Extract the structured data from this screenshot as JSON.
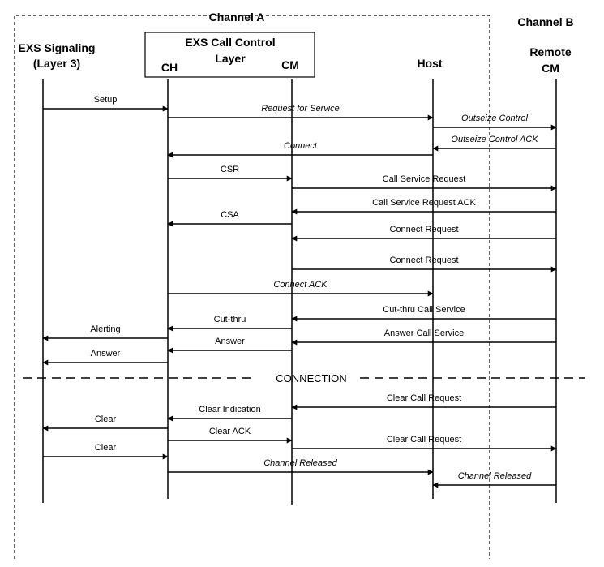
{
  "regions": {
    "channel_a": "Channel A",
    "channel_b": "Channel B",
    "call_control_box": [
      "EXS Call Control",
      "Layer"
    ]
  },
  "participants": {
    "exs_signaling": [
      "EXS Signaling",
      "(Layer 3)"
    ],
    "ch": "CH",
    "cm": "CM",
    "host": "Host",
    "remote_cm": [
      "Remote",
      "CM"
    ]
  },
  "connection_label": "CONNECTION",
  "messages": [
    {
      "label": "Setup",
      "from": "exs",
      "to": "ch",
      "italic": false
    },
    {
      "label": "Request for Service",
      "from": "ch",
      "to": "host",
      "italic": true
    },
    {
      "label": "Outseize Control",
      "from": "host",
      "to": "rcm",
      "italic": true
    },
    {
      "label": "Outseize Control ACK",
      "from": "rcm",
      "to": "host",
      "italic": true
    },
    {
      "label": "Connect",
      "from": "host",
      "to": "ch",
      "italic": true
    },
    {
      "label": "CSR",
      "from": "ch",
      "to": "cm",
      "italic": false
    },
    {
      "label": "Call Service Request",
      "from": "cm",
      "to": "rcm",
      "italic": false
    },
    {
      "label": "Call Service Request ACK",
      "from": "rcm",
      "to": "cm",
      "italic": false
    },
    {
      "label": "CSA",
      "from": "cm",
      "to": "ch",
      "italic": false
    },
    {
      "label": "Connect Request",
      "from": "rcm",
      "to": "cm",
      "italic": false
    },
    {
      "label": "Connect Request",
      "from": "cm",
      "to": "rcm",
      "italic": false
    },
    {
      "label": "Connect ACK",
      "from": "ch",
      "to": "host",
      "italic": true
    },
    {
      "label": "Cut-thru Call Service",
      "from": "rcm",
      "to": "cm",
      "italic": false
    },
    {
      "label": "Cut-thru",
      "from": "cm",
      "to": "ch",
      "italic": false
    },
    {
      "label": "Alerting",
      "from": "ch",
      "to": "exs",
      "italic": false
    },
    {
      "label": "Answer Call Service",
      "from": "rcm",
      "to": "cm",
      "italic": false
    },
    {
      "label": "Answer",
      "from": "cm",
      "to": "ch",
      "italic": false
    },
    {
      "label": "Answer",
      "from": "ch",
      "to": "exs",
      "italic": false
    },
    {
      "label": "Clear Call Request",
      "from": "rcm",
      "to": "cm",
      "italic": false
    },
    {
      "label": "Clear Indication",
      "from": "cm",
      "to": "ch",
      "italic": false
    },
    {
      "label": "Clear",
      "from": "ch",
      "to": "exs",
      "italic": false
    },
    {
      "label": "Clear ACK",
      "from": "ch",
      "to": "cm",
      "italic": false
    },
    {
      "label": "Clear Call Request",
      "from": "cm",
      "to": "rcm",
      "italic": false
    },
    {
      "label": "Clear",
      "from": "exs",
      "to": "ch",
      "italic": false
    },
    {
      "label": "Channel Released",
      "from": "ch",
      "to": "host",
      "italic": true
    },
    {
      "label": "Channel Released",
      "from": "rcm",
      "to": "host",
      "italic": true
    }
  ]
}
